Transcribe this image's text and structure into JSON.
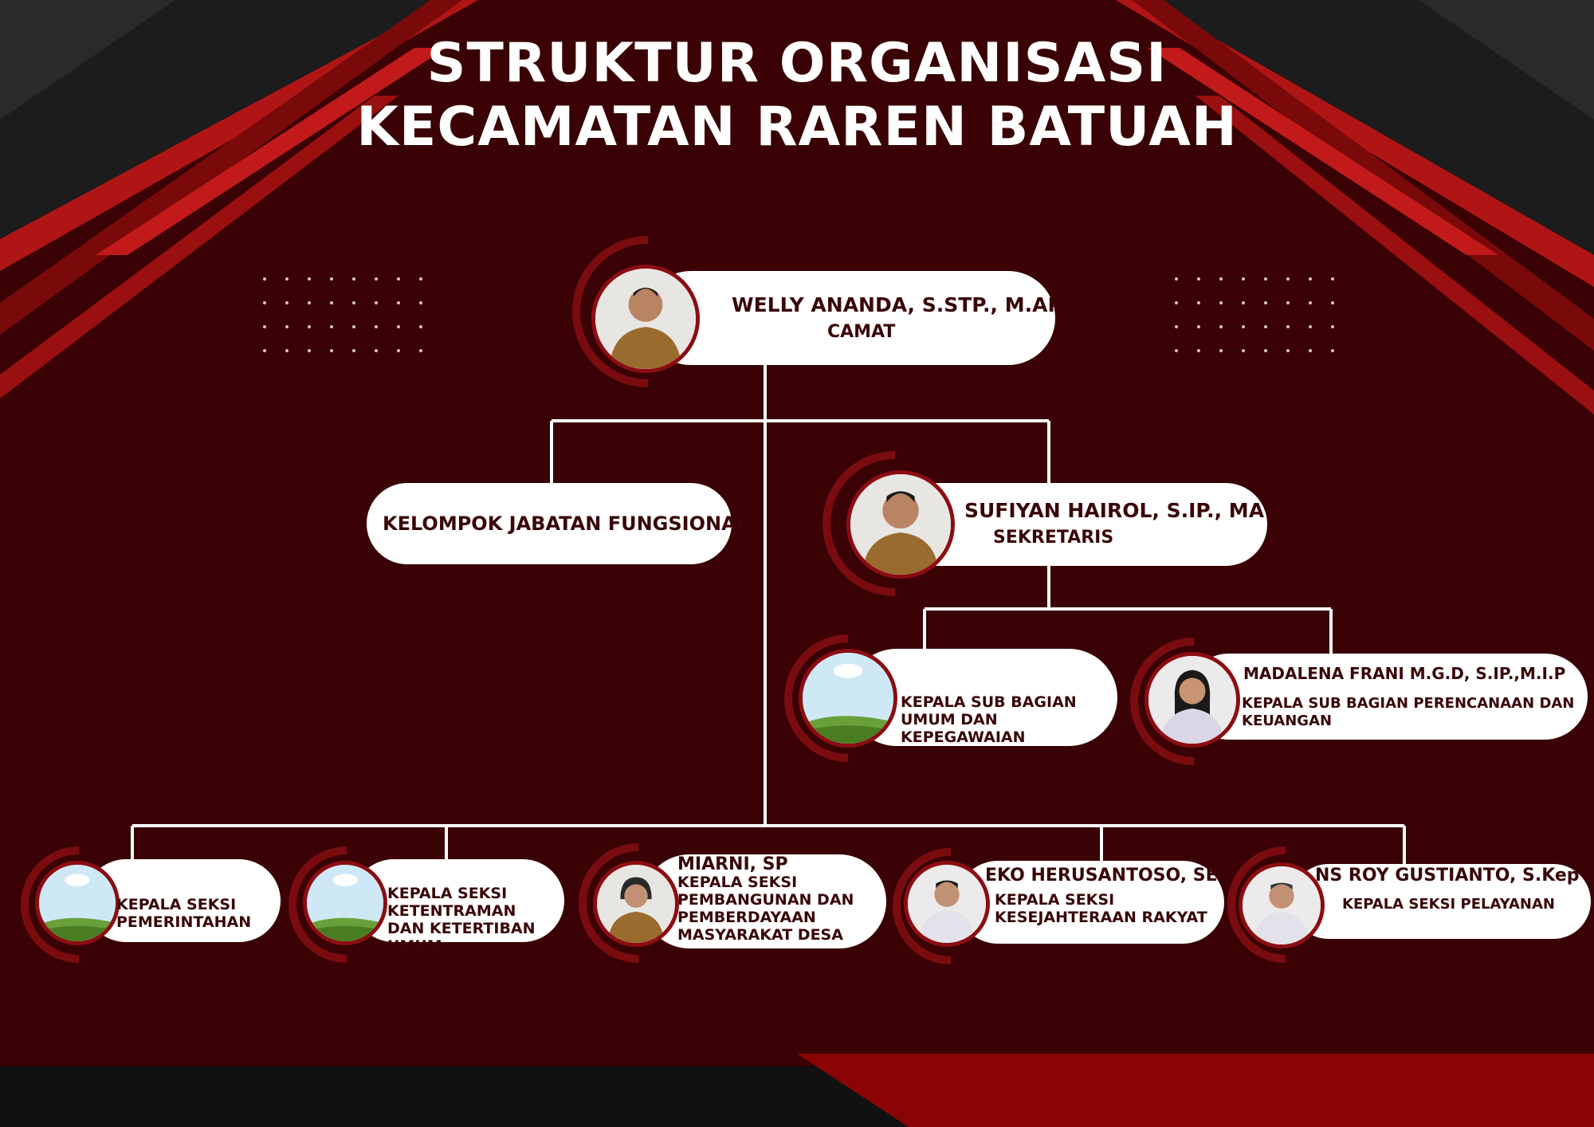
{
  "title": {
    "line1": "STRUKTUR ORGANISASI",
    "line2": "KECAMATAN RAREN BATUAH"
  },
  "colors": {
    "background": "#3a0204",
    "accent_red": "#c41a1a",
    "dark": "#1a1a1a",
    "card": "#ffffff",
    "text": "#3a0608"
  },
  "org": {
    "camat": {
      "name": "WELLY ANANDA, S.STP., M.AP",
      "role": "CAMAT",
      "photo": "person-photo"
    },
    "fungsional": {
      "label": "KELOMPOK JABATAN FUNGSIONAL"
    },
    "sekretaris": {
      "name": "SUFIYAN HAIROL, S.IP., MA",
      "role": "SEKRETARIS",
      "photo": "person-photo"
    },
    "subbag_umum": {
      "name": "",
      "role": "KEPALA SUB BAGIAN UMUM DAN KEPEGAWAIAN",
      "photo": "placeholder-photo"
    },
    "subbag_perencanaan": {
      "name": "MADALENA FRANI M.G.D, S.IP.,M.I.P",
      "role": "KEPALA SUB BAGIAN PERENCANAAN DAN KEUANGAN",
      "photo": "person-photo"
    },
    "seksi_pemerintahan": {
      "name": "",
      "role": "KEPALA SEKSI PEMERINTAHAN",
      "photo": "placeholder-photo"
    },
    "seksi_trantib": {
      "name": "",
      "role": "KEPALA SEKSI KETENTRAMAN DAN KETERTIBAN UMUM",
      "photo": "placeholder-photo"
    },
    "seksi_pembangunan": {
      "name": "MIARNI, SP",
      "role": "KEPALA SEKSI PEMBANGUNAN DAN PEMBERDAYAAN MASYARAKAT DESA",
      "photo": "person-photo"
    },
    "seksi_kesra": {
      "name": "EKO HERUSANTOSO, SE",
      "role": "KEPALA SEKSI KESEJAHTERAAN RAKYAT",
      "photo": "person-photo"
    },
    "seksi_pelayanan": {
      "name": "NS ROY GUSTIANTO, S.Kep",
      "role": "KEPALA SEKSI PELAYANAN",
      "photo": "person-photo"
    }
  }
}
